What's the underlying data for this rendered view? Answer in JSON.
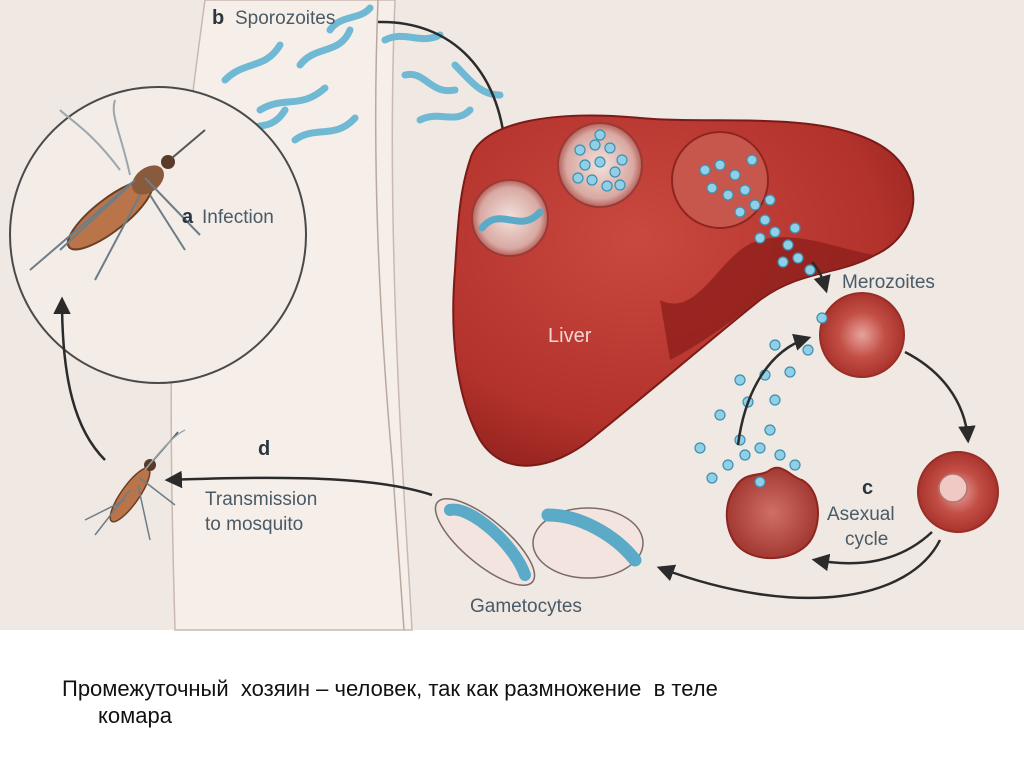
{
  "diagram": {
    "labels": {
      "infection_letter": "a",
      "infection": "Infection",
      "sporozoites_letter": "b",
      "sporozoites": "Sporozoites",
      "merozoites": "Merozoites",
      "liver": "Liver",
      "asexual_letter": "c",
      "asexual_line1": "Asexual",
      "asexual_line2": "cycle",
      "transmission_letter": "d",
      "transmission_line1": "Transmission",
      "transmission_line2": "to mosquito",
      "gametocytes": "Gametocytes"
    },
    "colors": {
      "background": "#efe7e2",
      "skin": "#f6efe9",
      "liver": "#b8342e",
      "liver_dark": "#8e1f1c",
      "parasite": "#7ec4dc",
      "arrow": "#2b2b2b"
    }
  },
  "caption": {
    "line1": "Промежуточный  хозяин – человек, так как размножение  в теле",
    "line2": "комара"
  }
}
